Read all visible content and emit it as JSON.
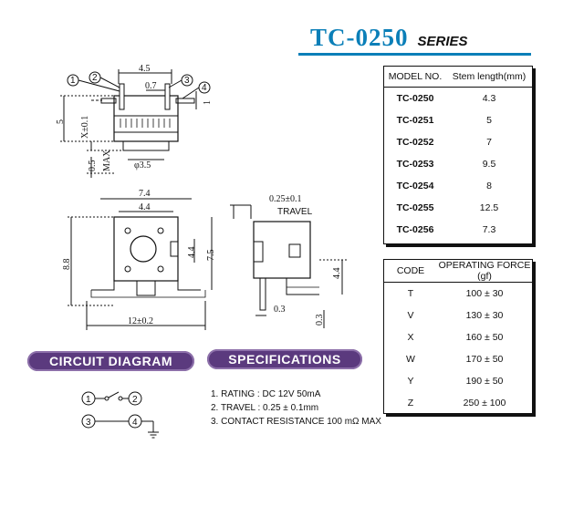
{
  "header": {
    "series_code": "TC-0250",
    "series_word": "SERIES"
  },
  "model_table": {
    "headers": [
      "MODEL NO.",
      "Stem length(mm)"
    ],
    "rows": [
      [
        "TC-0250",
        "4.3"
      ],
      [
        "TC-0251",
        "5"
      ],
      [
        "TC-0252",
        "7"
      ],
      [
        "TC-0253",
        "9.5"
      ],
      [
        "TC-0254",
        "8"
      ],
      [
        "TC-0255",
        "12.5"
      ],
      [
        "TC-0256",
        "7.3"
      ]
    ]
  },
  "force_table": {
    "headers": [
      "CODE",
      "OPERATING FORCE (gf)"
    ],
    "rows": [
      [
        "T",
        "100 ± 30"
      ],
      [
        "V",
        "130 ± 30"
      ],
      [
        "X",
        "160 ± 50"
      ],
      [
        "W",
        "170 ± 50"
      ],
      [
        "Y",
        "190 ± 50"
      ],
      [
        "Z",
        "250 ± 100"
      ]
    ]
  },
  "sections": {
    "circuit": "CIRCUIT DIAGRAM",
    "specs": "SPECIFICATIONS"
  },
  "specifications": [
    "1. RATING : DC 12V  50mA",
    "2. TRAVEL : 0.25 ± 0.1mm",
    "3. CONTACT  RESISTANCE 100 mΩ MAX"
  ],
  "drawing": {
    "dim_4_5": "4.5",
    "dim_0_7": "0.7",
    "dim_5": "5",
    "dim_1": "1",
    "dim_x01": "X±0.1",
    "dim_05": "0.5",
    "dim_max": "MAX",
    "dim_phi35": "φ3.5",
    "dim_7_4": "7.4",
    "dim_4_4_top": "4.4",
    "dim_4_4_side": "4.4",
    "dim_7_5": "7.5",
    "dim_8_8": "8.8",
    "dim_12": "12±0.2",
    "dim_025": "0.25±0.1",
    "dim_travel": "TRAVEL",
    "dim_4_4_right": "4.4",
    "dim_0_3a": "0.3",
    "dim_0_3b": "0.3",
    "pin_1": "1",
    "pin_2": "2",
    "pin_3": "3",
    "pin_4": "4"
  },
  "circuit": {
    "p1": "1",
    "p2": "2",
    "p3": "3",
    "p4": "4"
  }
}
